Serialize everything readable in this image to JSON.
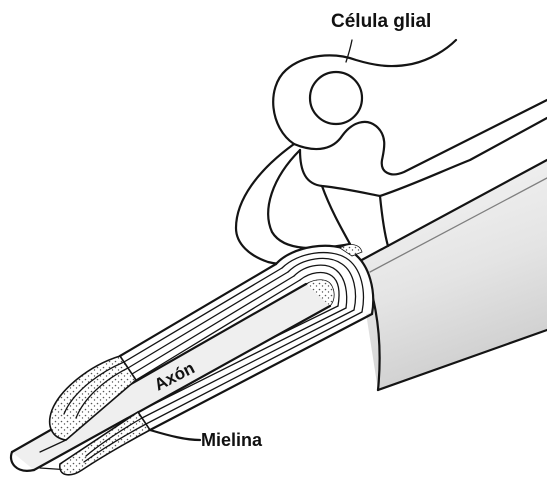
{
  "labels": {
    "glial_cell": "Célula glial",
    "axon": "Axón",
    "myelin": "Mielina"
  },
  "colors": {
    "ink": "#141414",
    "background": "#ffffff",
    "axon_shade": "#e9e9e9",
    "sheath_shade": "#d6d6d6",
    "stipple": "#555555"
  }
}
